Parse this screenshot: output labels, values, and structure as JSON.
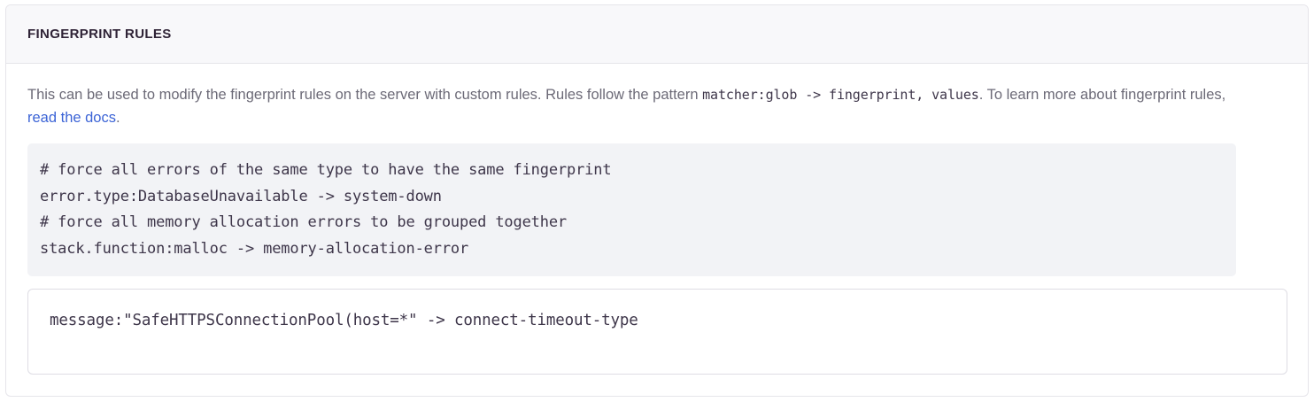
{
  "panel": {
    "title": "FINGERPRINT RULES",
    "description": {
      "part1": "This can be used to modify the fingerprint rules on the server with custom rules. Rules follow the pattern ",
      "inline_code": "matcher:glob -> fingerprint, values",
      "part2": ". To learn more about fingerprint rules, ",
      "link_label": "read the docs",
      "part3": "."
    },
    "example_code": {
      "lines": [
        "# force all errors of the same type to have the same fingerprint",
        "error.type:DatabaseUnavailable -> system-down",
        "# force all memory allocation errors to be grouped together",
        "stack.function:malloc -> memory-allocation-error"
      ]
    },
    "rules_editor": {
      "value": "message:\"SafeHTTPSConnectionPool(host=*\" -> connect-timeout-type",
      "placeholder": ""
    }
  },
  "colors": {
    "panel_border": "#e6e5ea",
    "header_bg": "#f8f8fa",
    "title_text": "#2f2336",
    "body_text": "#6c6a77",
    "code_text": "#3e364a",
    "code_block_bg": "#f2f3f6",
    "link": "#3c64d6",
    "input_border": "#dedde4"
  }
}
